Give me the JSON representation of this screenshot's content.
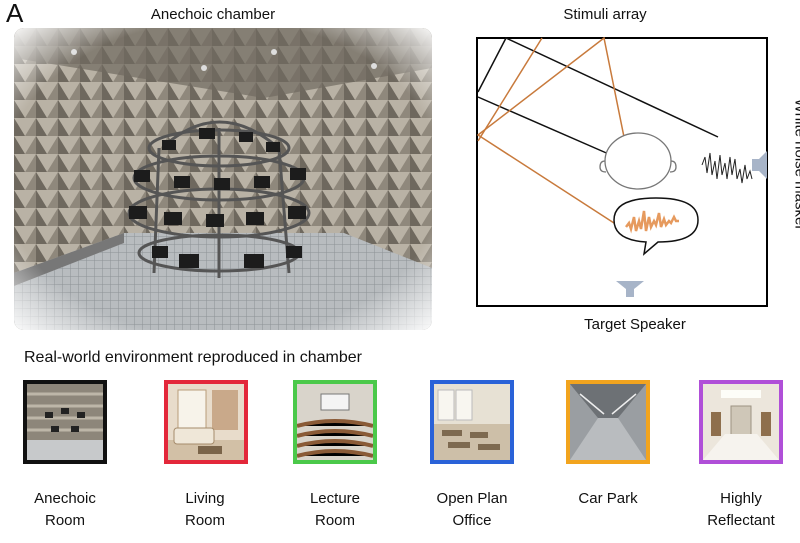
{
  "panel_label": "A",
  "chamber": {
    "title": "Anechoic chamber"
  },
  "stimuli": {
    "title": "Stimuli array",
    "masker_label": "White noise masker",
    "target_label": "Target Speaker",
    "colors": {
      "direct_path": "#111111",
      "reflection_path": "#c87a3c",
      "speaker": "#a7b4c8"
    }
  },
  "environments": {
    "title": "Real-world environment reproduced in chamber",
    "items": [
      {
        "id": "anechoic",
        "label": "Anechoic\nRoom",
        "border_color": "#111111"
      },
      {
        "id": "living",
        "label": "Living\nRoom",
        "border_color": "#e3273a"
      },
      {
        "id": "lecture",
        "label": "Lecture\nRoom",
        "border_color": "#4bc94a"
      },
      {
        "id": "office",
        "label": "Open Plan\nOffice",
        "border_color": "#2a62d8"
      },
      {
        "id": "carpark",
        "label": "Car Park",
        "border_color": "#f2a41e"
      },
      {
        "id": "reflectant",
        "label": "Highly\nReflectant",
        "border_color": "#b04fd8"
      }
    ]
  }
}
